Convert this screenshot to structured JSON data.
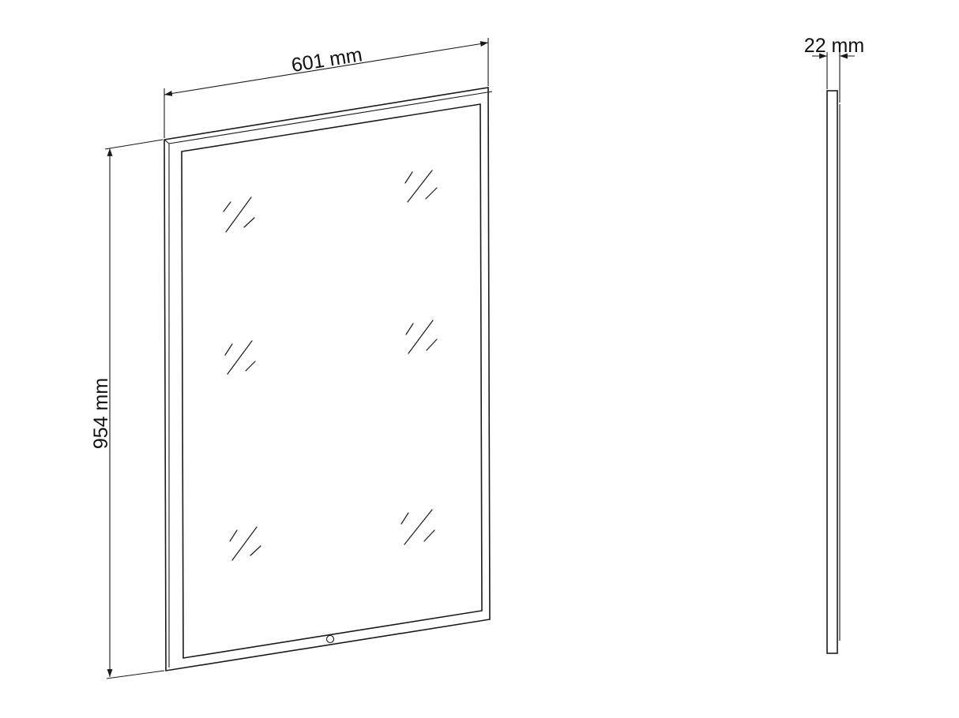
{
  "dimensions": {
    "width_label": "601 mm",
    "height_label": "954 mm",
    "depth_label": "22 mm"
  },
  "icons": {
    "touch_switch": "circle-switch-icon",
    "reflection": "glint-mark-icon"
  },
  "colors": {
    "line": "#1a1a1a",
    "background": "#ffffff"
  }
}
